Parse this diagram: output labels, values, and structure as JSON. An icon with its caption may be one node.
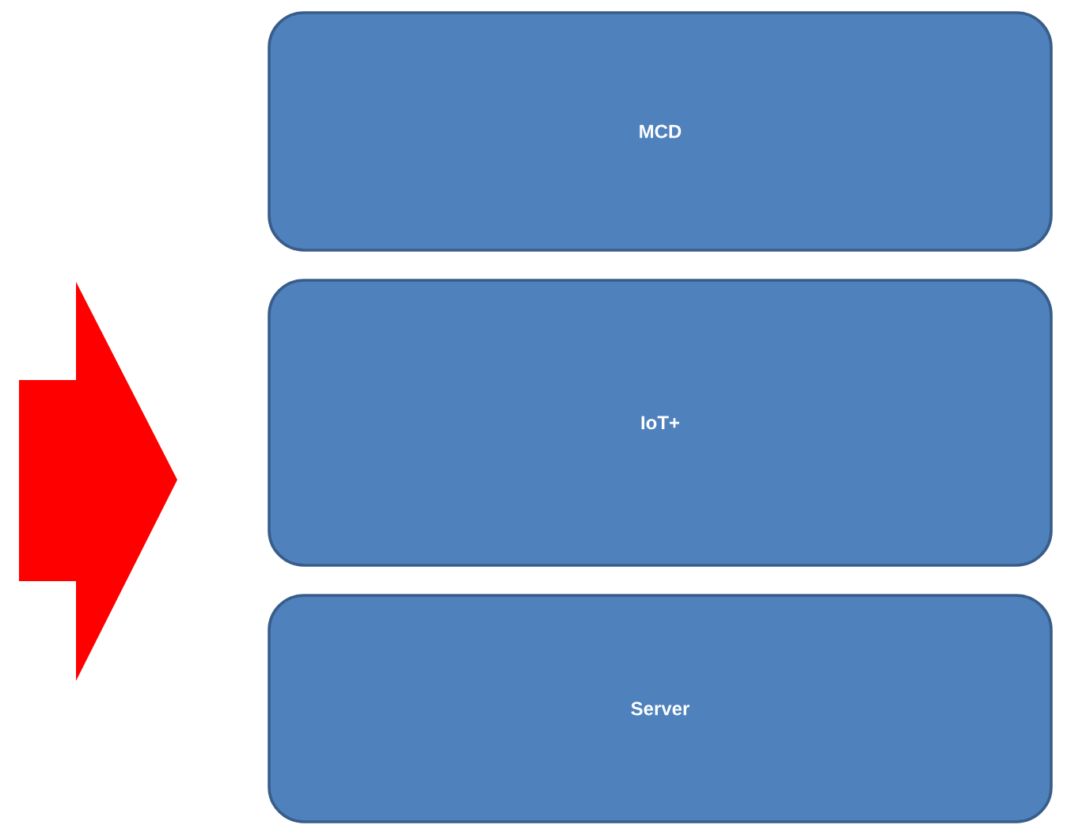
{
  "diagram": {
    "nodes": [
      {
        "text": [
          "MCD"
        ]
      },
      {
        "text": [
          "IoT+"
        ]
      },
      {
        "text": [
          "Server"
        ]
      }
    ]
  }
}
